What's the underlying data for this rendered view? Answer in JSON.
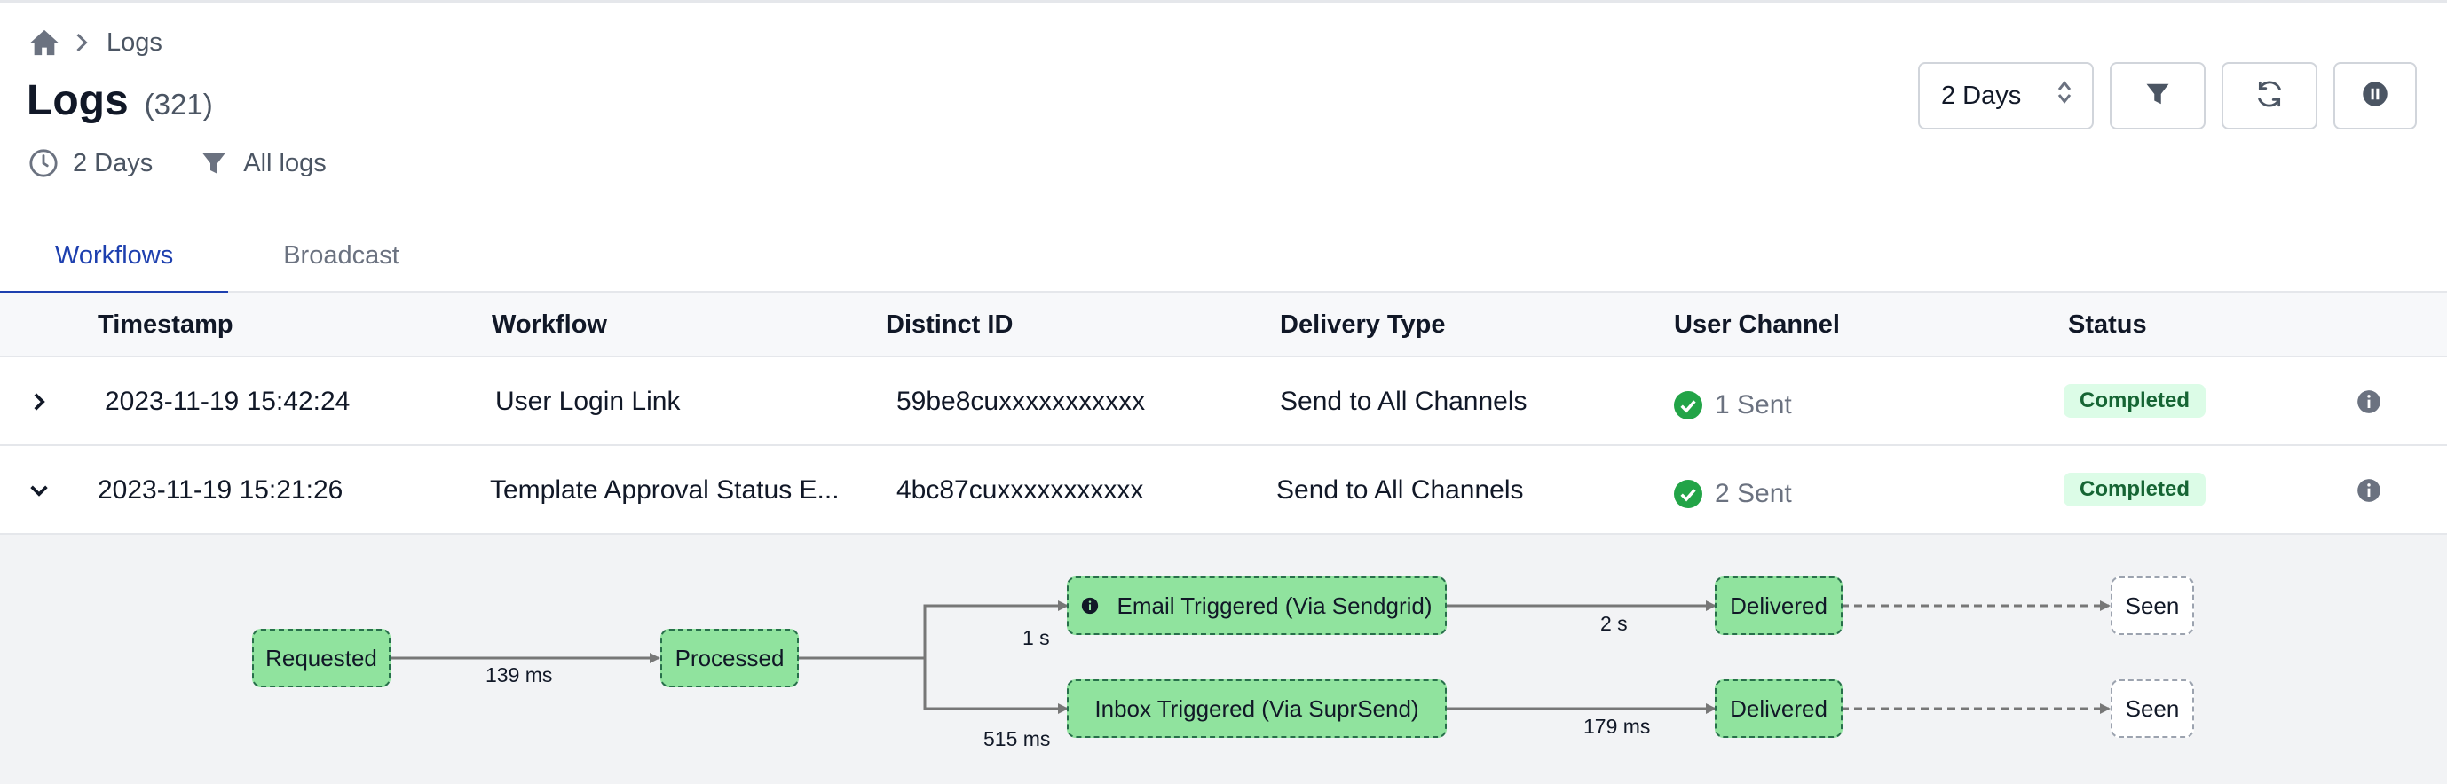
{
  "breadcrumb": {
    "current": "Logs"
  },
  "header": {
    "title": "Logs",
    "count": "(321)"
  },
  "meta": {
    "range": "2 Days",
    "filter": "All logs"
  },
  "toolbar": {
    "range_select": "2 Days"
  },
  "tabs": [
    {
      "label": "Workflows",
      "active": true
    },
    {
      "label": "Broadcast",
      "active": false
    }
  ],
  "table": {
    "columns": [
      "Timestamp",
      "Workflow",
      "Distinct ID",
      "Delivery Type",
      "User Channel",
      "Status"
    ],
    "rows": [
      {
        "timestamp": "2023-11-19 15:42:24",
        "workflow": "User Login Link",
        "distinct_id": "59be8cuxxxxxxxxxxx",
        "delivery_type": "Send to All Channels",
        "channel": "1 Sent",
        "status": "Completed",
        "expanded": false
      },
      {
        "timestamp": "2023-11-19 15:21:26",
        "workflow": "Template Approval Status E...",
        "distinct_id": "4bc87cuxxxxxxxxxxx",
        "delivery_type": "Send to All Channels",
        "channel": "2 Sent",
        "status": "Completed",
        "expanded": true
      }
    ]
  },
  "flow": {
    "nodes": {
      "requested": "Requested",
      "processed": "Processed",
      "email": "Email Triggered (Via Sendgrid)",
      "inbox": "Inbox Triggered (Via SuprSend)",
      "delivered_email": "Delivered",
      "delivered_inbox": "Delivered",
      "seen_email": "Seen",
      "seen_inbox": "Seen"
    },
    "edges": {
      "requested_processed": "139 ms",
      "processed_email": "1 s",
      "processed_inbox": "515 ms",
      "email_delivered": "2 s",
      "inbox_delivered": "179 ms"
    }
  },
  "colors": {
    "accent": "#1e40af",
    "success": "#22a447",
    "node_fill": "#90e39e",
    "node_border": "#27704a",
    "badge_bg": "#dcfce7",
    "badge_text": "#166534"
  }
}
